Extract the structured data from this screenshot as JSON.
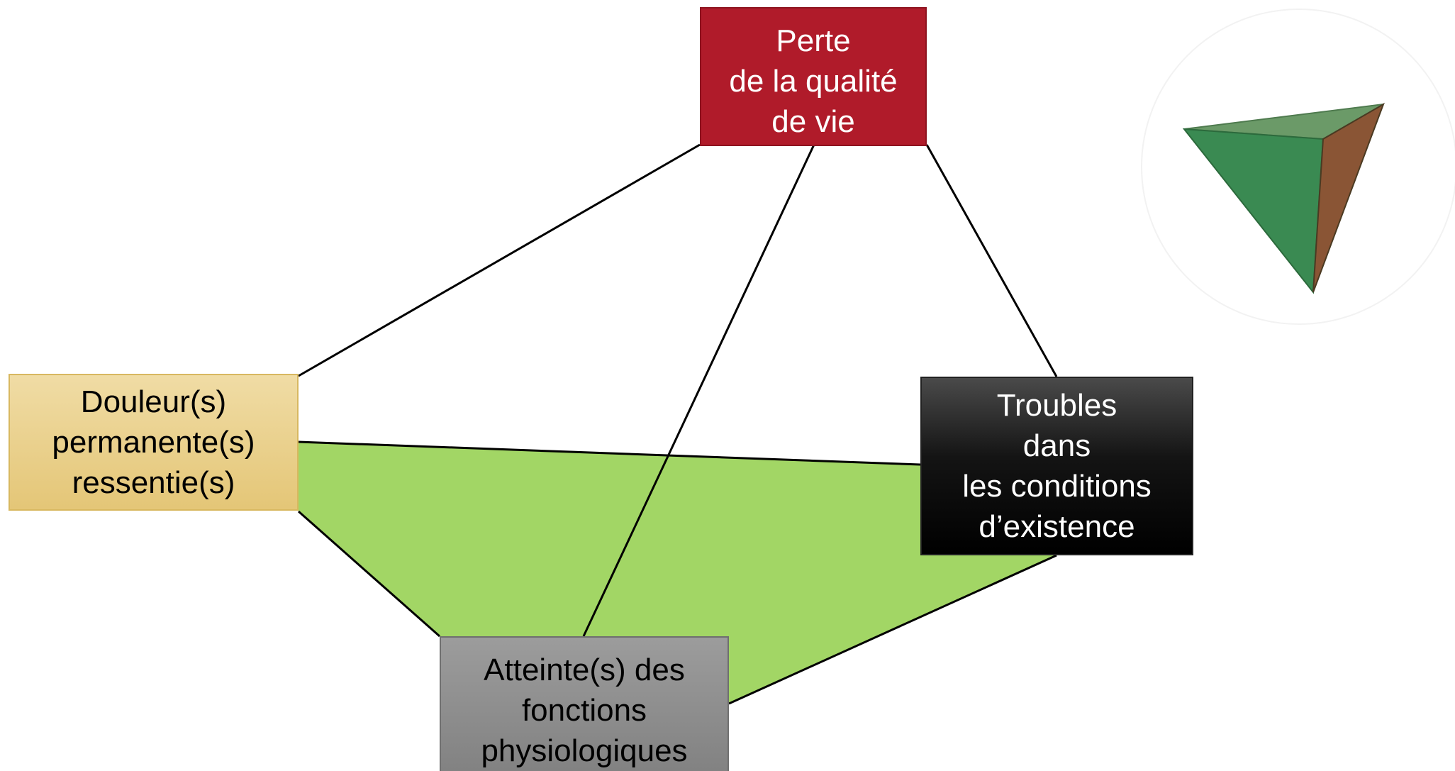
{
  "diagram": {
    "nodes": {
      "top": {
        "lines": [
          "Perte",
          "de la qualité",
          "de vie"
        ],
        "color": "#b01b2a"
      },
      "left": {
        "lines": [
          "Douleur(s)",
          "permanente(s)",
          "ressentie(s)"
        ],
        "color": "#e9d08b"
      },
      "right": {
        "lines": [
          "Troubles",
          "dans",
          "les conditions",
          "d’existence"
        ],
        "color": "#000000"
      },
      "bottom": {
        "lines": [
          "Atteinte(s) des",
          "fonctions",
          "physiologiques"
        ],
        "color": "#8f8f8f"
      }
    },
    "edges": [
      [
        "top",
        "left"
      ],
      [
        "top",
        "right"
      ],
      [
        "top",
        "bottom"
      ],
      [
        "left",
        "right"
      ],
      [
        "left",
        "bottom"
      ],
      [
        "right",
        "bottom"
      ]
    ],
    "base_face_color": "#a2d665",
    "tetrahedron_icon": {
      "front_face_color": "#3a8a52",
      "side_face_color": "#8a5535",
      "top_face_color": "#6b9a68"
    }
  }
}
